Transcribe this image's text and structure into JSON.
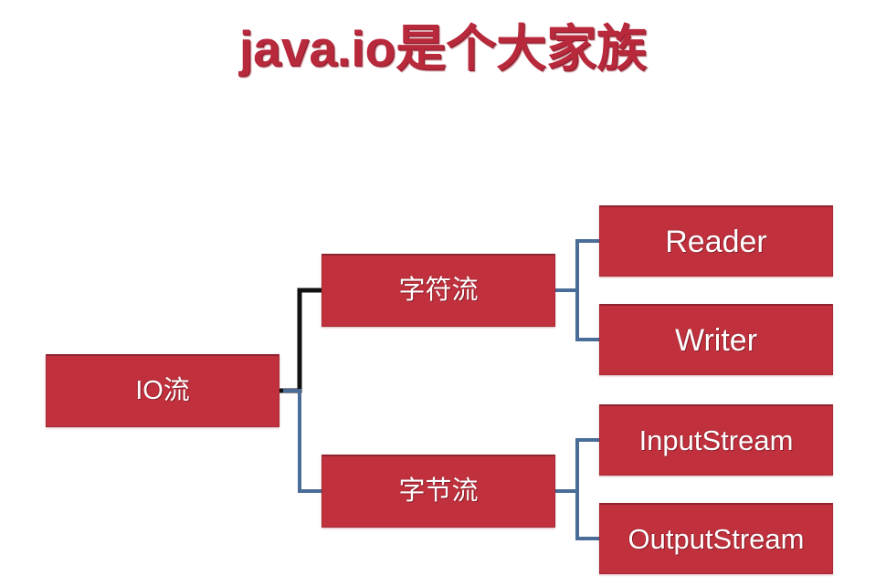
{
  "page": {
    "title": "java.io是个大家族",
    "background_color": "#ffffff"
  },
  "theme": {
    "title_color": "#b9293c",
    "node_fill": "#c0313d",
    "node_border": "#a82a36",
    "node_text": "#ffffff",
    "connector_black": "#111111",
    "connector_blue": "#4a6d97"
  },
  "diagram": {
    "type": "tree",
    "root": {
      "id": "io-stream",
      "label": "IO流"
    },
    "branches": [
      {
        "id": "char-stream",
        "label": "字符流",
        "connector_color": "#111111",
        "children": [
          {
            "id": "reader",
            "label": "Reader",
            "connector_color": "#4a6d97"
          },
          {
            "id": "writer",
            "label": "Writer",
            "connector_color": "#4a6d97"
          }
        ]
      },
      {
        "id": "byte-stream",
        "label": "字节流",
        "connector_color": "#4a6d97",
        "children": [
          {
            "id": "inputstream",
            "label": "InputStream",
            "connector_color": "#4a6d97"
          },
          {
            "id": "outputstream",
            "label": "OutputStream",
            "connector_color": "#4a6d97"
          }
        ]
      }
    ]
  }
}
